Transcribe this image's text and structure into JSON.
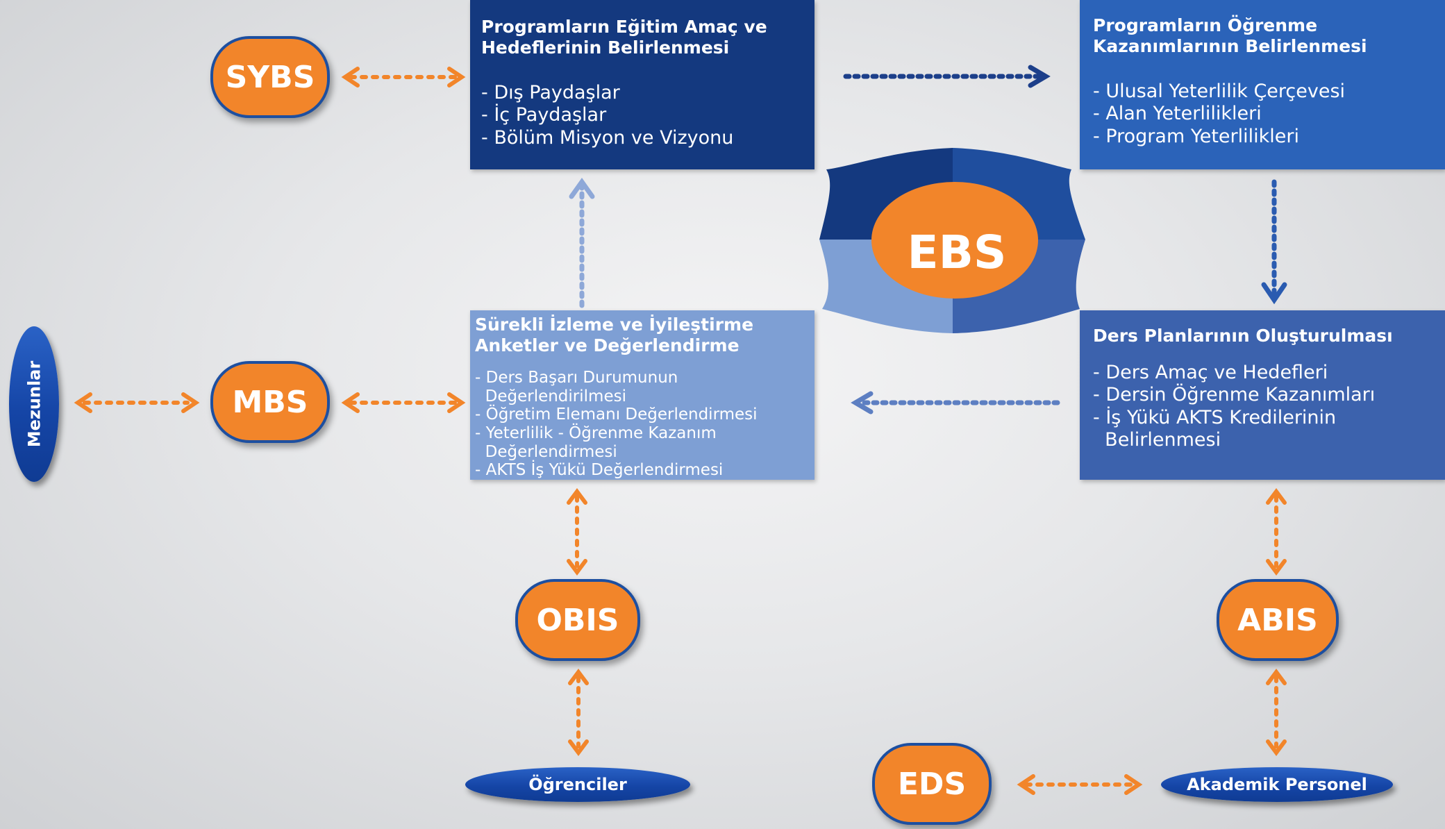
{
  "boxes": {
    "program_goals": {
      "title": "Programların Eğitim Amaç ve Hedeflerinin Belirlenmesi",
      "items": [
        "- Dış Paydaşlar",
        "- İç Paydaşlar",
        "- Bölüm Misyon ve Vizyonu"
      ]
    },
    "learning_outcomes": {
      "title": "Programların Öğrenme Kazanımlarının Belirlenmesi",
      "items": [
        "- Ulusal Yeterlilik Çerçevesi",
        "- Alan Yeterlilikleri",
        "- Program Yeterlilikleri"
      ]
    },
    "monitoring": {
      "title": "Sürekli İzleme ve İyileştirme Anketler ve Değerlendirme",
      "items": [
        "- Ders Başarı Durumunun",
        "  Değerlendirilmesi",
        "- Öğretim Elemanı Değerlendirmesi",
        "- Yeterlilik - Öğrenme Kazanım",
        "  Değerlendirmesi",
        "- AKTS İş Yükü Değerlendirmesi"
      ]
    },
    "course_plans": {
      "title": "Ders Planlarının Oluşturulması",
      "items": [
        "- Ders Amaç ve Hedefleri",
        "- Dersin Öğrenme Kazanımları",
        "- İş Yükü AKTS Kredilerinin",
        "  Belirlenmesi"
      ]
    }
  },
  "systems": {
    "sybs": "SYBS",
    "mbs": "MBS",
    "obis": "OBIS",
    "abis": "ABIS",
    "eds": "EDS",
    "ebs": "EBS"
  },
  "actors": {
    "mezunlar": "Mezunlar",
    "ogrenciler": "Öğrenciler",
    "akademik_personel": "Akademik Personel"
  },
  "colors": {
    "orange": "#f2852a",
    "navy": "#14397f",
    "blue": "#2b63b9",
    "light_blue": "#7e9fd4",
    "mid_blue": "#3c62ad"
  }
}
